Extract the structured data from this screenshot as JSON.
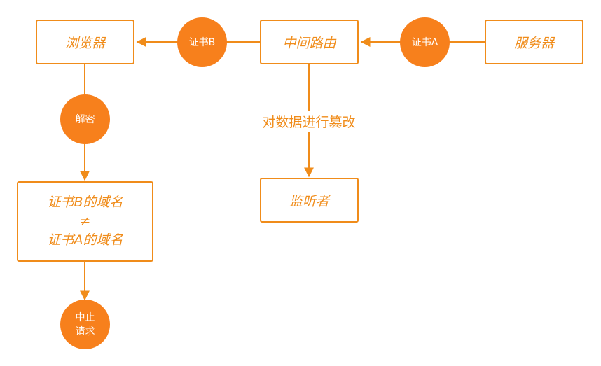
{
  "colors": {
    "accent": "#f7801c",
    "stroke": "#f08c1a",
    "text_on_accent": "#ffffff"
  },
  "nodes": {
    "browser": "浏览器",
    "router": "中间路由",
    "server": "服务器",
    "listener": "监听者",
    "compare": {
      "line1": "证书B的域名",
      "line2": "≠",
      "line3": "证书A的域名"
    }
  },
  "badges": {
    "cert_b": "证书B",
    "cert_a": "证书A",
    "decrypt": "解密",
    "abort": {
      "line1": "中止",
      "line2": "请求"
    }
  },
  "edge_labels": {
    "tamper": "对数据进行篡改"
  }
}
